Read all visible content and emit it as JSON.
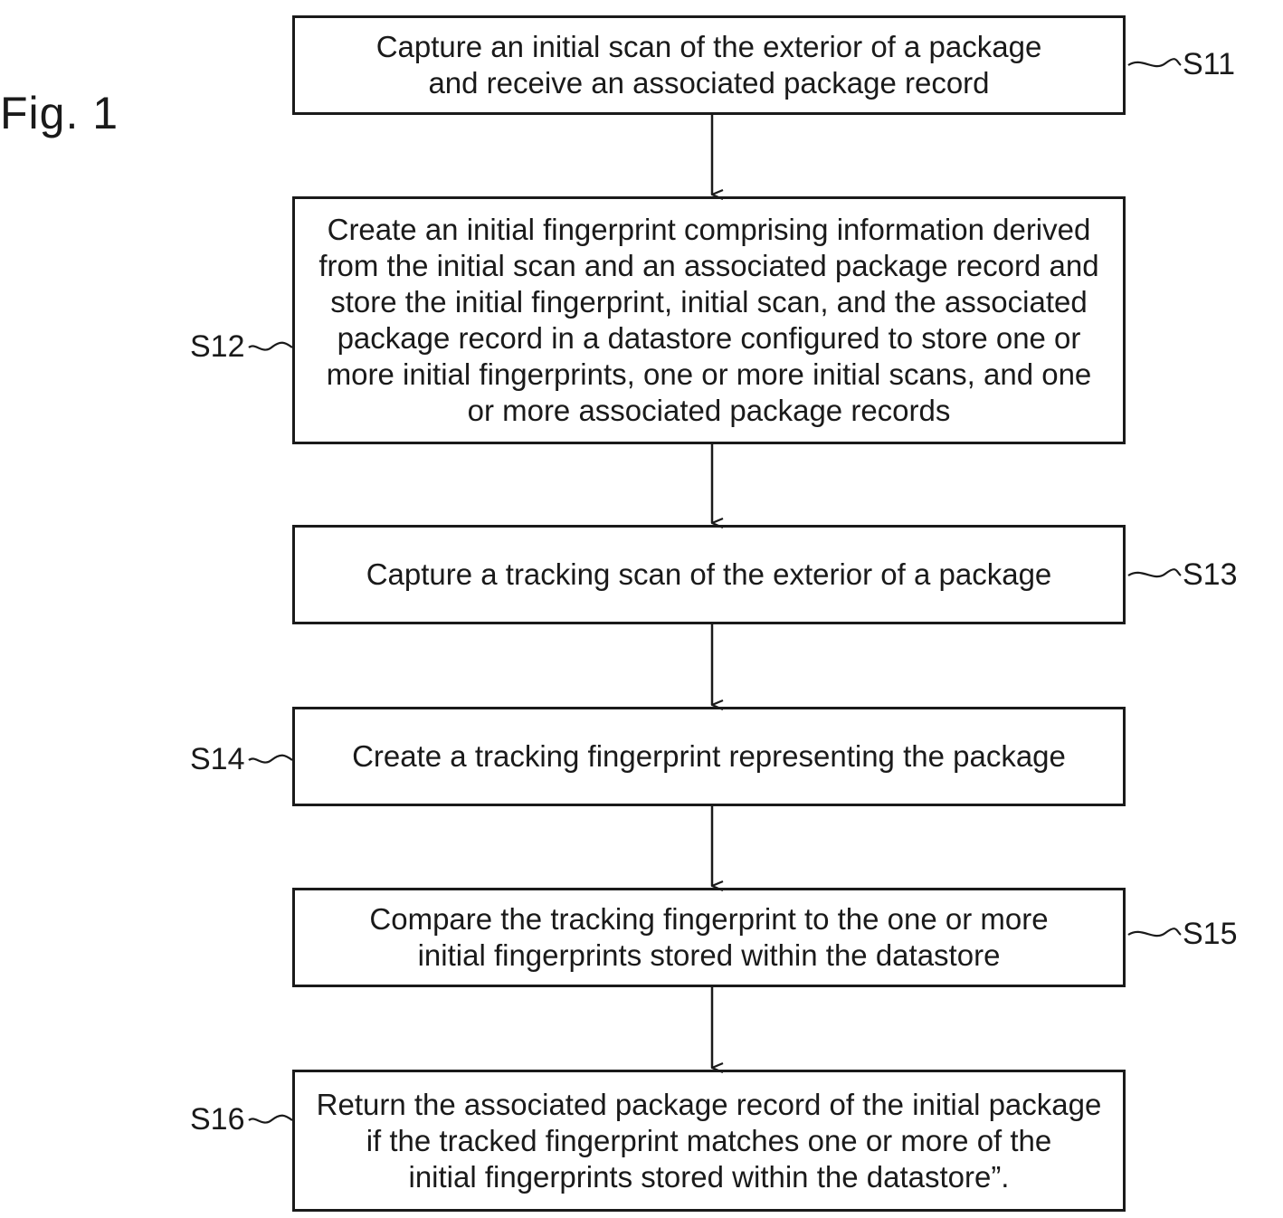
{
  "figure": {
    "label": "Fig. 1"
  },
  "steps": [
    {
      "id": "S11",
      "text": "Capture an initial scan of the exterior of a package\nand receive an associated package record"
    },
    {
      "id": "S12",
      "text": "Create an initial fingerprint comprising information derived\nfrom the initial scan and an associated package record and\nstore the initial fingerprint, initial scan, and the associated\npackage record in a datastore configured to store one or\nmore initial fingerprints, one or more initial scans, and one\nor more associated package records"
    },
    {
      "id": "S13",
      "text": "Capture a tracking scan of the exterior of a package"
    },
    {
      "id": "S14",
      "text": "Create a tracking fingerprint representing the package"
    },
    {
      "id": "S15",
      "text": "Compare the tracking fingerprint to the one or more\ninitial fingerprints stored within the datastore"
    },
    {
      "id": "S16",
      "text": "Return the associated package record of the initial package\nif the tracked fingerprint matches one or more of the\ninitial fingerprints stored within the datastore”."
    }
  ],
  "colors": {
    "line": "#1a1a1a",
    "background": "#ffffff"
  }
}
